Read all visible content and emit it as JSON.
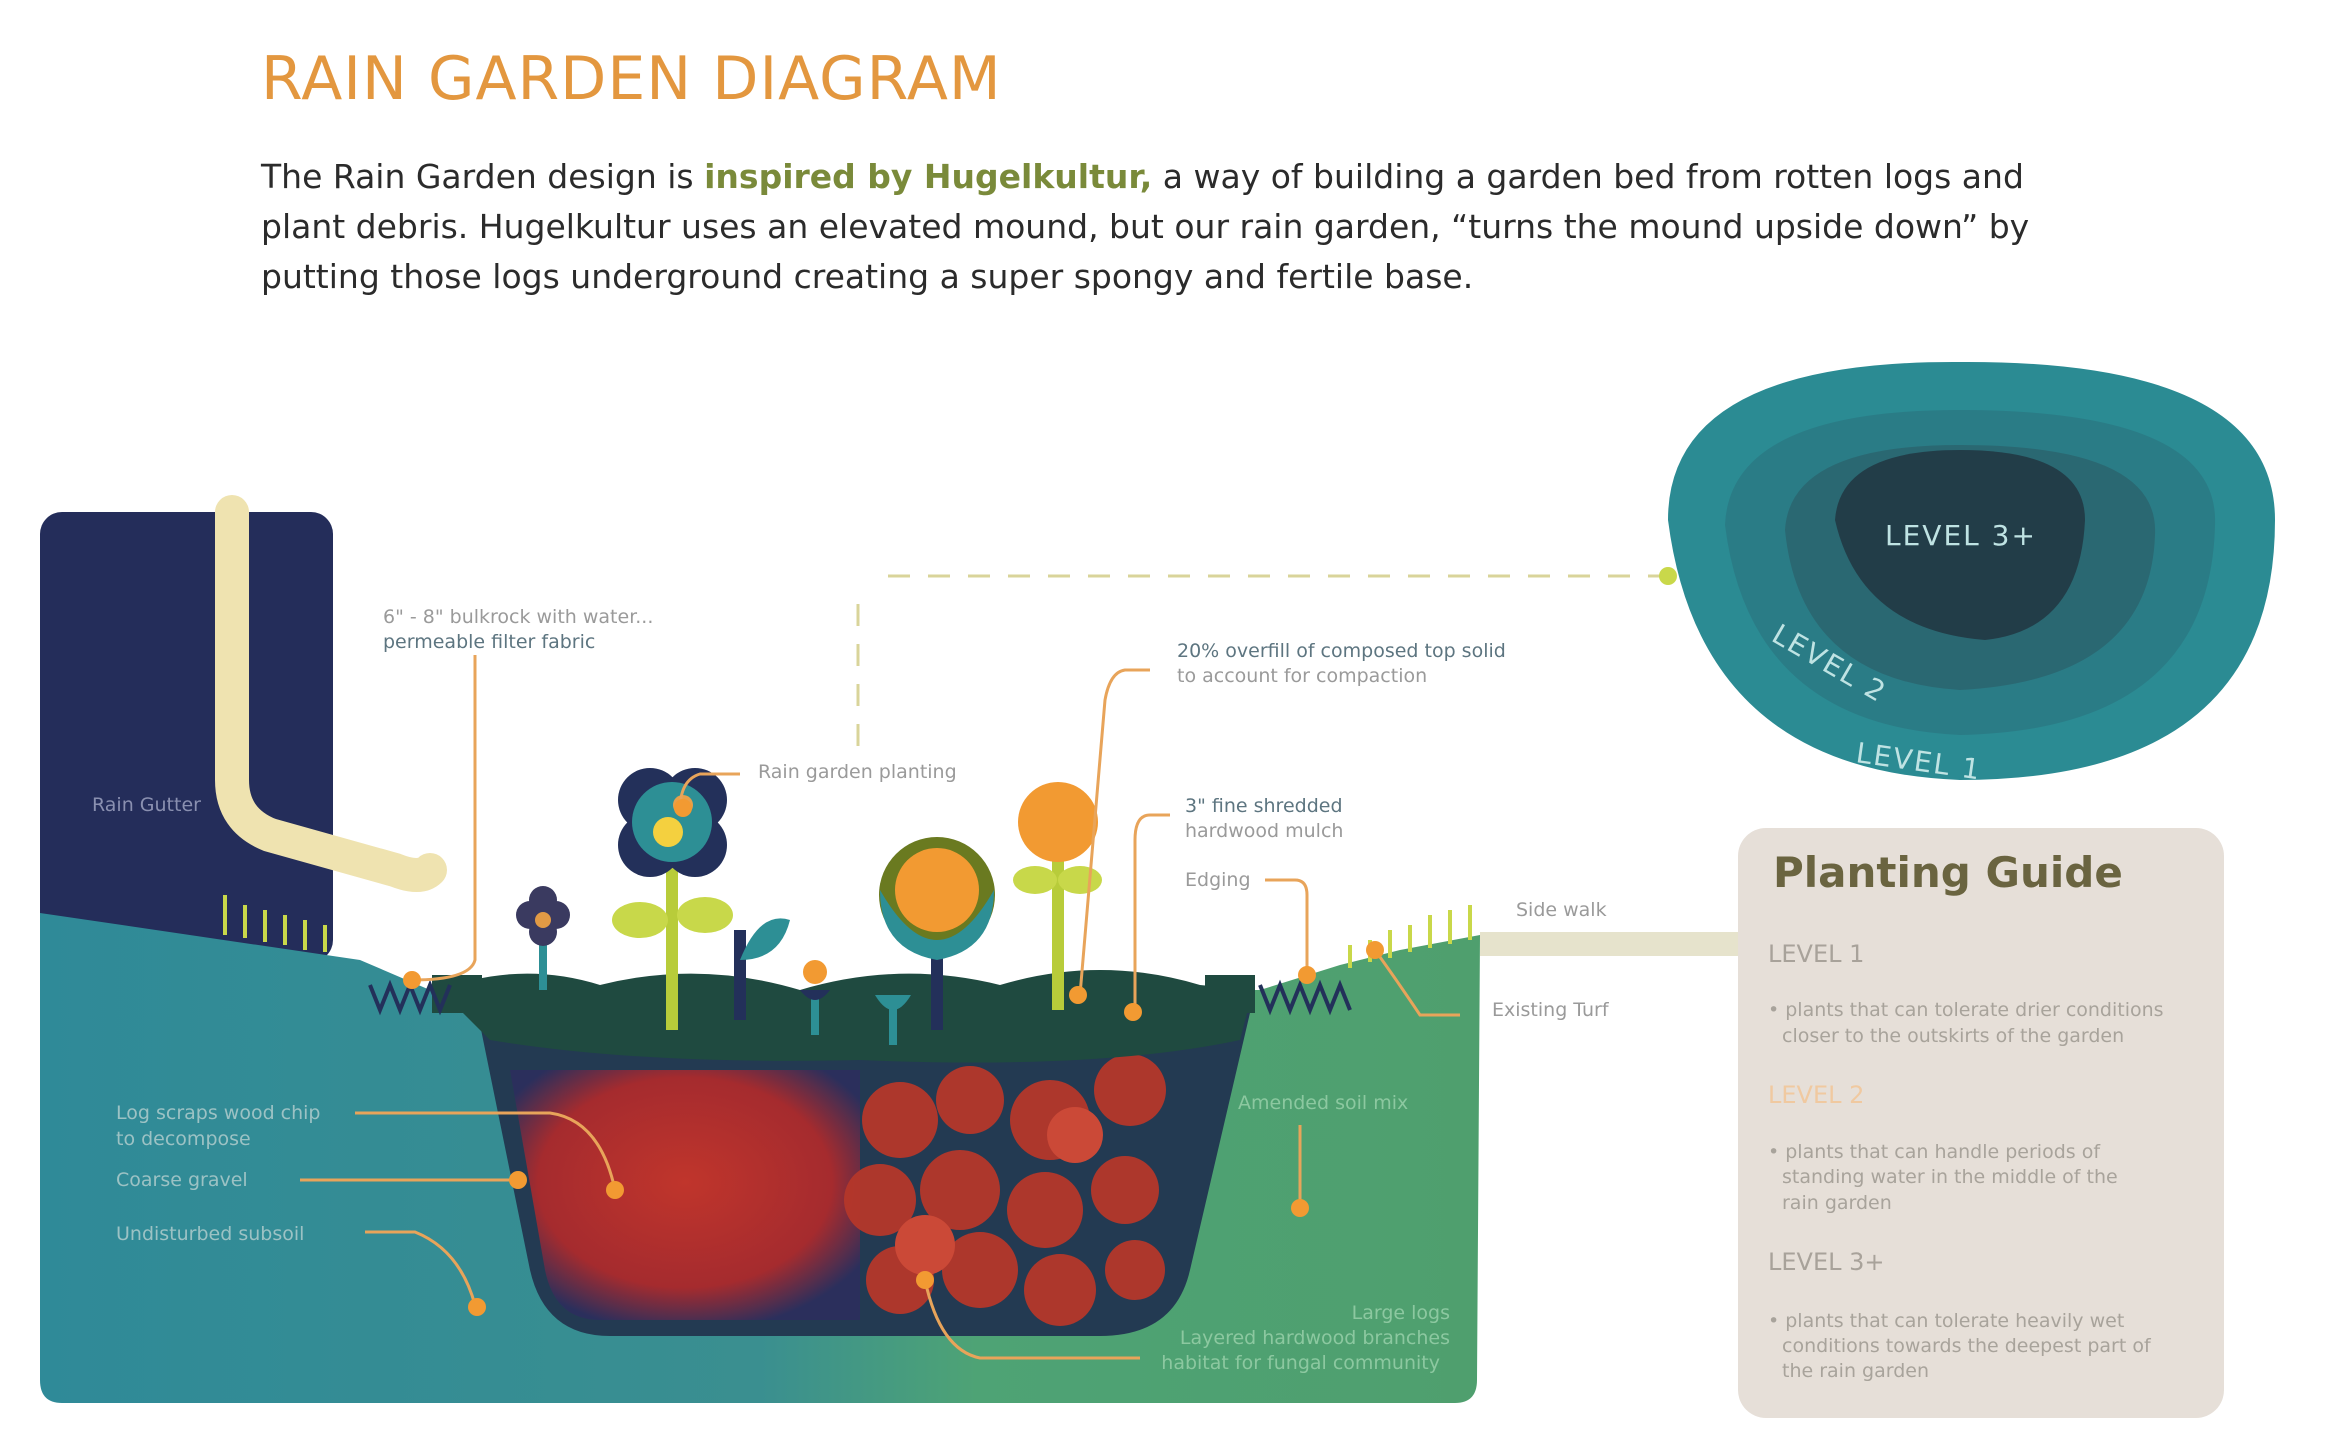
{
  "header": {
    "title": "RAIN GARDEN DIAGRAM",
    "intro_before": "The Rain Garden design is ",
    "intro_highlight": "inspired by Hugelkultur,",
    "intro_after": " a way of building a garden bed from rotten logs and plant debris. Hugelkultur uses an elevated mound, but our rain garden, “turns the mound upside down” by putting those logs underground creating a super spongy and fertile base."
  },
  "diagram": {
    "labels": {
      "bulkrock_1": "6\" - 8\" bulkrock with water...",
      "bulkrock_2": "permeable filter fabric",
      "rain_gutter": "Rain Gutter",
      "planting": "Rain garden planting",
      "overfill_1": "20% overfill of composed top solid",
      "overfill_2": "to account for compaction",
      "mulch_1": "3\" fine shredded",
      "mulch_2": "hardwood mulch",
      "edging": "Edging",
      "sidewalk": "Side walk",
      "turf": "Existing Turf",
      "logs_1": "Log scraps wood chip",
      "logs_2": "to decompose",
      "gravel": "Coarse gravel",
      "subsoil": "Undisturbed subsoil",
      "soil_mix": "Amended soil mix",
      "large_1": "Large logs",
      "large_2": "Layered hardwood branches",
      "large_3": "habitat for fungal community"
    },
    "basin_levels": [
      "LEVEL 3+",
      "LEVEL 2",
      "LEVEL 1"
    ],
    "colors": {
      "accent": "#e3973f",
      "highlight": "#7a8a3a",
      "teal": "#2f8d96",
      "green": "#4f9f6e",
      "navy": "#23305a",
      "soil": "#b8322c"
    }
  },
  "planting_guide": {
    "title": "Planting Guide",
    "levels": [
      {
        "name": "LEVEL 1",
        "lines": [
          "• plants that can tolerate drier conditions",
          "closer to the outskirts of the garden"
        ]
      },
      {
        "name": "LEVEL 2",
        "lines": [
          "• plants that can handle periods of",
          "standing water in the middle of the",
          "rain garden"
        ]
      },
      {
        "name": "LEVEL 3+",
        "lines": [
          "• plants that can tolerate heavily wet",
          "conditions towards the deepest part of",
          "the rain garden"
        ]
      }
    ]
  }
}
